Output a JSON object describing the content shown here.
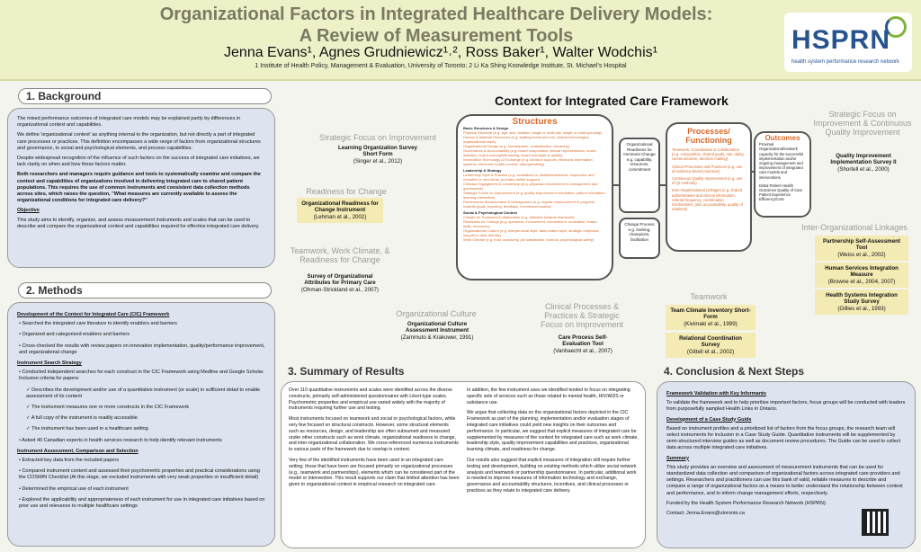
{
  "header": {
    "title_line1": "Organizational Factors in Integrated Healthcare Delivery Models:",
    "title_line2": "A Review of Measurement Tools",
    "authors": "Jenna Evans¹, Agnes Grudniewicz¹˒², Ross Baker¹, Walter Wodchis¹",
    "affiliations": "1 Institute of Health Policy, Management & Evaluation, University of Toronto; 2 Li Ka Shing Knowledge Institute, St. Michael's Hospital",
    "logo_text": "HSPRN",
    "logo_sub": "health system performance research network"
  },
  "background": {
    "heading": "1. Background",
    "p1": "The mixed performance outcomes of integrated care models may be explained partly by differences in organizational context and capabilities.",
    "p2": "We define 'organizational context' as anything internal to the organization, but not directly a part of integrated care processes or practices. This definition encompasses a wide range of factors from organizational structures and governance, to social and psychological elements, and process capabilities.",
    "p3": "Despite widespread recognition of the influence of such factors on the success of integrated care initiatives, we lack clarity on when and how these factors matter.",
    "p4": "Both researchers and managers require guidance and tools to systematically examine and compare the context and capabilities of organizations involved in delivering integrated care to shared patient populations. This requires the use of common instruments and consistent data collection methods across sites, which raises the question, \"What measures are currently available to assess the organizational conditions for integrated care delivery?\"",
    "objective_label": "Objective",
    "objective": "This study aims to identify, organize, and assess measurement instruments and scales that can be used to describe and compare the organizational context and capabilities required for effective integrated care delivery."
  },
  "methods": {
    "heading": "2. Methods",
    "s1": "Development of the Context for Integrated Care (CIC) Framework",
    "b1": "• Searched the integrated care literature to identify enablers and barriers",
    "b2": "• Organized and categorized enablers and barriers",
    "b3": "• Cross-checked the results with review papers on innovation implementation, quality/performance improvement, and organizational change",
    "s2": "Instrument Search Strategy",
    "b4": "• Conducted independent searches for each construct in the CIC Framework using Medline and Google Scholar. Inclusion criteria for papers:",
    "c1": "✓ Describes the development and/or use of a quantitative instrument (or scale) in sufficient detail to enable assessment of its content",
    "c2": "✓ The instrument measures one or more constructs in the CIC Framework",
    "c3": "✓ A full copy of the instrument is readily accessible",
    "c4": "✓ The instrument has been used in a healthcare setting",
    "b5": "• Asked 40 Canadian experts in health services research to help identify relevant instruments",
    "s3": "Instrument Assessment, Comparison and Selection",
    "b6": "• Extracted key data from the included papers",
    "b7": "• Compared instrument content and assessed their psychometric properties and practical considerations using the COSMIN Checklist (At this stage, we excluded instruments with very weak properties or insufficient detail)",
    "b8": "• Determined the empirical use of each instrument",
    "b9": "• Explored the applicability and appropriateness of each instrument for use in integrated care initiatives based on prior use and relevance to multiple healthcare settings"
  },
  "framework": {
    "title": "Context for Integrated Care Framework",
    "structures_head": "Structures",
    "processes_head": "Processes/ Functioning",
    "outcomes_head": "Outcomes",
    "readiness_box": "Organizational Readiness for Imminent Change e.g. capability, resources, commitment",
    "change_box": "Change Process e.g. training, champions, facilitation",
    "struct_items": [
      {
        "h": "Basic Structures & Design",
        "o": "Physical Structure (e.g. age, size, location, single or multi-site, single or multi-specialty)"
      },
      {
        "h": "",
        "o": "Human & Material Resources (e.g. staffing levels and mix, clinical technologies, organizational slack)"
      },
      {
        "h": "",
        "o": "Organizational Design (e.g. formalization, centralization, hierarchy)"
      },
      {
        "h": "",
        "o": "Governance & Accountability (e.g. board composition, clinical representation, board activities, board oversight/financing, board oversight of quality)"
      },
      {
        "h": "",
        "o": "Information Technology & Exchange (e.g. decision support, electronic information systems, electronic health records, interoperability)"
      },
      {
        "h": "Leadership & Strategy",
        "o": "Leadership Style & Practice (e.g. centralized or distributed/shared, responsive and receptive to new ideas, provides visible support)"
      },
      {
        "h": "",
        "o": "Clinician Engagement & Leadership (e.g. physician involvement in management and governance)"
      },
      {
        "h": "",
        "o": "Strategic Focus on Improvement (e.g. quality improvement orientation, patient orientation, learning orientation)"
      },
      {
        "h": "",
        "o": "Performance Measurement & Management (e.g. regular measurement of progress towards goals, reporting, feedback, incentives/rewards)"
      },
      {
        "h": "Social & Psychological Context",
        "o": "Climate for Teamwork/Collaboration (e.g. attitudes towards teamwork)"
      },
      {
        "h": "",
        "o": "Readiness for Change (e.g. openness, involvement, commitment, motivation, leader-skills, resources)"
      },
      {
        "h": "",
        "o": "Organizational Culture (e.g. interpersonal style, task-related style, strategic emphasis, long-term view, identity)"
      },
      {
        "h": "",
        "o": "Work Climate (e.g. trust, autonomy, job satisfaction, burnout, psychological safety)"
      }
    ],
    "proc_items": [
      "Teamwork, Coordination & Collaboration (e.g. composition, shared goals, role clarity, communication, decision-making)",
      "Clinical Processes and Practices (e.g. use of evidence-based practices)",
      "Continuous Quality Improvement (e.g. use of QI methods)",
      "Inter-Organizational Linkages (e.g. shared administrative and clinical information, referral frequency, coordination mechanisms, joint accountability, quality of relations)"
    ],
    "out_items": [
      "Proximal Organizational/network capacity for the successful implementation and/or ongoing management and improvement of integrated care models and interventions",
      "Distal Patient Health Outcomes Quality of Care Patient Experience Efficiency/Cost"
    ],
    "categories": {
      "strategic": "Strategic Focus on Improvement",
      "readiness": "Readiness for Change",
      "teamwork_climate": "Teamwork, Work Climate, & Readiness for Change",
      "culture": "Organizational Culture",
      "clinical": "Clinical Processes & Practices & Strategic Focus on Improvement",
      "teamwork": "Teamwork",
      "cqi": "Strategic Focus on Improvement & Continuous Quality Improvement",
      "linkages": "Inter-Organizational Linkages"
    },
    "tools": {
      "t1_name": "Learning Organization Survey Short Form",
      "t1_ref": "(Singer et al., 2012)",
      "t2_name": "Organizational Readiness for Change Instrument",
      "t2_ref": "(Lehman et al., 2002)",
      "t3_name": "Survey of Organizational Attributes for Primary Care",
      "t3_ref": "(Ohman-Strickland et al., 2007)",
      "t4_name": "Organizational Culture Assessment Instrument",
      "t4_ref": "(Zammuto & Krakower, 1991)",
      "t5_name": "Care Process Self-Evaluation Tool",
      "t5_ref": "(Vanhaecht et al., 2007)",
      "t6_name": "Team Climate Inventory Short-Form",
      "t6_ref": "(Kivimaki et al., 1999)",
      "t7_name": "Relational Coordination Survey",
      "t7_ref": "(Gittell et al., 2002)",
      "t8_name": "Quality Improvement Implementation Survey II",
      "t8_ref": "(Shortell et al., 2000)",
      "t9_name": "Partnership Self-Assessment Tool",
      "t9_ref": "(Weiss et al., 2002)",
      "t10_name": "Human Services Integration Measure",
      "t10_ref": "(Browne et al., 2004, 2007)",
      "t11_name": "Health Systems Integration Study Survey",
      "t11_ref": "(Gillies et al., 1993)"
    }
  },
  "results": {
    "heading": "3. Summary of Results",
    "p1": "Over 110 quantitative instruments and scales were identified across the diverse constructs, primarily self-administered questionnaires with Likert-type scales. Psychometric properties and empirical use varied widely with the majority of instruments requiring further use and testing.",
    "p2": "Most instruments focused on teamwork and social or psychological factors, while very few focused on structural constructs. However, some structural elements such as resources, design, and leadership are often subsumed and measured under other constructs such as work climate, organizational readiness to change, and inter-organizational collaboration. We cross-referenced numerous instruments to various parts of the framework due to overlap in content.",
    "p3": "Very few of the identified instruments have been used in an integrated care setting; those that have been are focused primarily on organizational processes (e.g., teamwork and partnerships), elements which can be considered part of the model or intervention. This result supports our claim that limited attention has been given to organizational context in empirical research on integrated care.",
    "p4": "In addition, the few instrument uses we identified tended to focus on integrating specific sets of services such as those related to mental health, HIV/AIDS or substance use.",
    "p5": "We argue that collecting data on the organizational factors depicted in the CIC Framework as part of the planning, implementation and/or evaluation stages of integrated care initiatives could yield new insights on their outcomes and performance. In particular, we suggest that explicit measures of integrated care be supplemented by measures of the context for integrated care such as work climate, leadership style, quality improvement capabilities and practices, organizational learning climate, and readiness for change.",
    "p6": "Our results also suggest that explicit measures of integration still require further testing and development, building on existing methods which utilize social network analysis and teamwork or partnership questionnaires. In particular, additional work is needed to improve measures of information technology and exchange, governance and accountability structures, incentives, and clinical processes or practices as they relate to integrated care delivery."
  },
  "conclusion": {
    "heading": "4. Conclusion & Next Steps",
    "s1": "Framework Validation with Key Informants",
    "p1": "To validate the framework and to help prioritize important factors, focus groups will be conducted with leaders from purposefully sampled Health Links in Ontario.",
    "s2": "Development of a Case Study Guide",
    "p2": "Based on instrument profiles and a prioritized list of factors from the focus groups, the research team will select instruments for inclusion in a Case Study Guide. Quantitative instruments will be supplemented by semi-structured interview guides as well as document review procedures. The Guide can be used to collect data across multiple integrated care initiatives.",
    "s3": "Summary",
    "p3": "This study provides an overview and assessment of measurement instruments that can be used for standardized data collection and comparison of organizational factors across integrated care providers and settings. Researchers and practitioners can use this bank of valid, reliable measures to describe and compare a range of organizational factors as a means to better understand the relationship between context and performance, and to inform change management efforts, respectively.",
    "funded": "Funded by the Health System Performance Research Network (HSPRN).",
    "contact": "Contact: Jenna.Evans@utoronto.ca"
  }
}
